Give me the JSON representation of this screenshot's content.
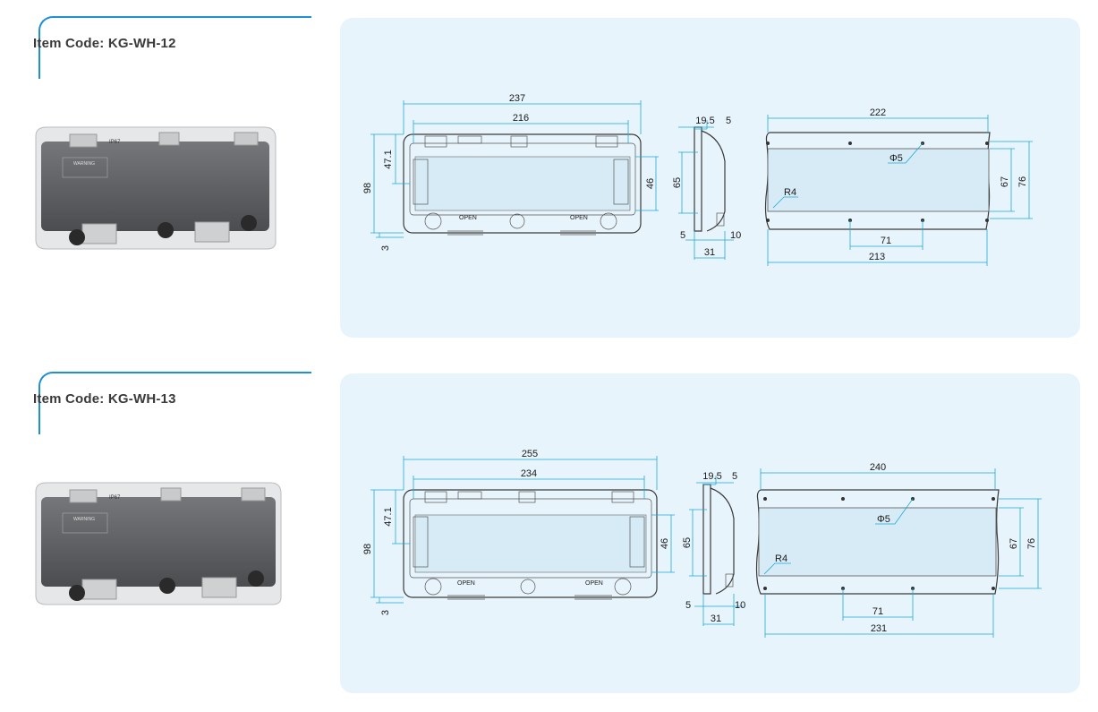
{
  "items": [
    {
      "code_label": "Item Code: KG-WH-12",
      "photo": {
        "small_text": "IP67",
        "warning_text": "WARNING"
      },
      "drawing": {
        "front": {
          "overall_width": "237",
          "inner_width": "216",
          "height": "98",
          "upper": "47.1",
          "window": "46",
          "bottom": "3",
          "open_label": "OPEN"
        },
        "side": {
          "top_a": "19.5",
          "top_b": "5",
          "height": "65",
          "bottom_a": "5",
          "bottom_b": "10",
          "depth": "31"
        },
        "cutout": {
          "width": "222",
          "hole": "Φ5",
          "radius": "R4",
          "inner_h": "67",
          "outer_h": "76",
          "pitch": "71",
          "hole_span": "213"
        }
      }
    },
    {
      "code_label": "Item Code: KG-WH-13",
      "photo": {
        "small_text": "IP67",
        "warning_text": "WARNING"
      },
      "drawing": {
        "front": {
          "overall_width": "255",
          "inner_width": "234",
          "height": "98",
          "upper": "47.1",
          "window": "46",
          "bottom": "3",
          "open_label": "OPEN"
        },
        "side": {
          "top_a": "19.5",
          "top_b": "5",
          "height": "65",
          "bottom_a": "5",
          "bottom_b": "10",
          "depth": "31"
        },
        "cutout": {
          "width": "240",
          "hole": "Φ5",
          "radius": "R4",
          "inner_h": "67",
          "outer_h": "76",
          "pitch": "71",
          "hole_span": "231"
        }
      }
    }
  ],
  "colors": {
    "accent": "#1f8fd6",
    "panel_bg": "#e8f4fb",
    "dimension": "#1fa9d6"
  }
}
